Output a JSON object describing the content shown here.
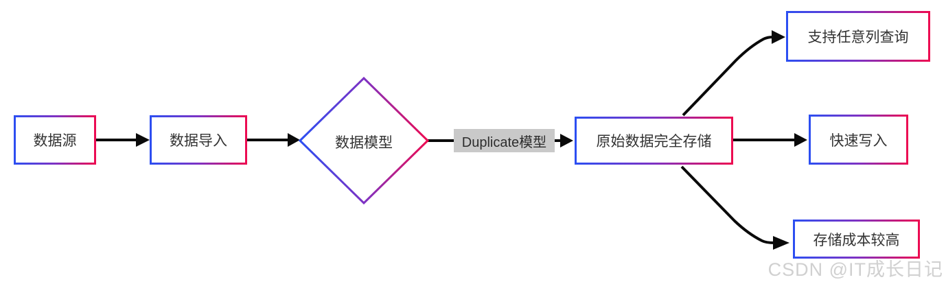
{
  "diagram": {
    "nodes": {
      "source": {
        "label": "数据源"
      },
      "import": {
        "label": "数据导入"
      },
      "model": {
        "label": "数据模型",
        "shape": "diamond"
      },
      "storage": {
        "label": "原始数据完全存储"
      },
      "query": {
        "label": "支持任意列查询"
      },
      "write": {
        "label": "快速写入"
      },
      "cost": {
        "label": "存储成本较高"
      }
    },
    "edges": {
      "model_to_storage_label": "Duplicate模型"
    }
  },
  "watermark": {
    "text": "CSDN @IT成长日记"
  },
  "colors": {
    "gradient_blue": "#2b4ff2",
    "gradient_purple": "#7d32c4",
    "gradient_red": "#ee0a50",
    "arrow_color": "#0a0a0a",
    "edge_label_bg": "#c9c9c9",
    "edge_label_text": "#2d2d2d",
    "node_text": "#333333",
    "watermark_color": "#d0d0d0",
    "canvas_bg": "#ffffff"
  }
}
